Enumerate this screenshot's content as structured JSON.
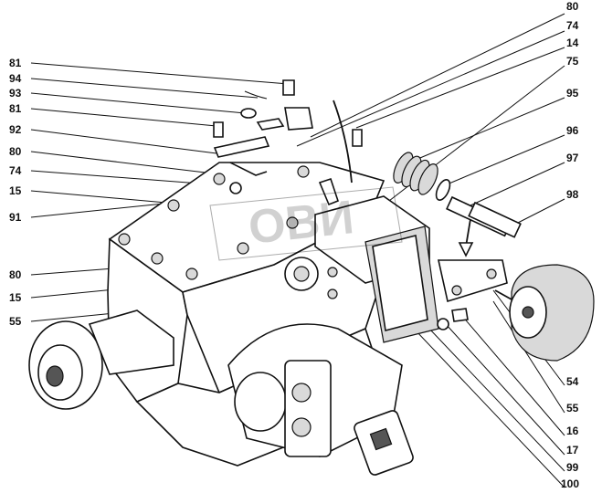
{
  "labels_left": [
    "81",
    "94",
    "93",
    "81",
    "92",
    "80",
    "74",
    "15",
    "91",
    "80",
    "15",
    "55"
  ],
  "labels_right": [
    "80",
    "74",
    "14",
    "75",
    "95",
    "96",
    "97",
    "98",
    "54",
    "55",
    "16",
    "17",
    "99",
    "100"
  ],
  "watermark": "ОВИ"
}
